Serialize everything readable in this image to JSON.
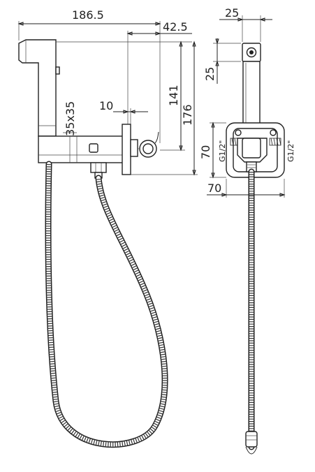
{
  "dimensions": {
    "overall_width": "186.5",
    "head_offset": "42.5",
    "inner_height": "141",
    "overall_height": "176",
    "bracket_offset": "10",
    "body_section": "35x35",
    "head_width": "25",
    "head_length": "25",
    "plate_height": "70",
    "plate_width": "70",
    "thread_left": "G1/2\"",
    "thread_right": "G1/2\""
  }
}
